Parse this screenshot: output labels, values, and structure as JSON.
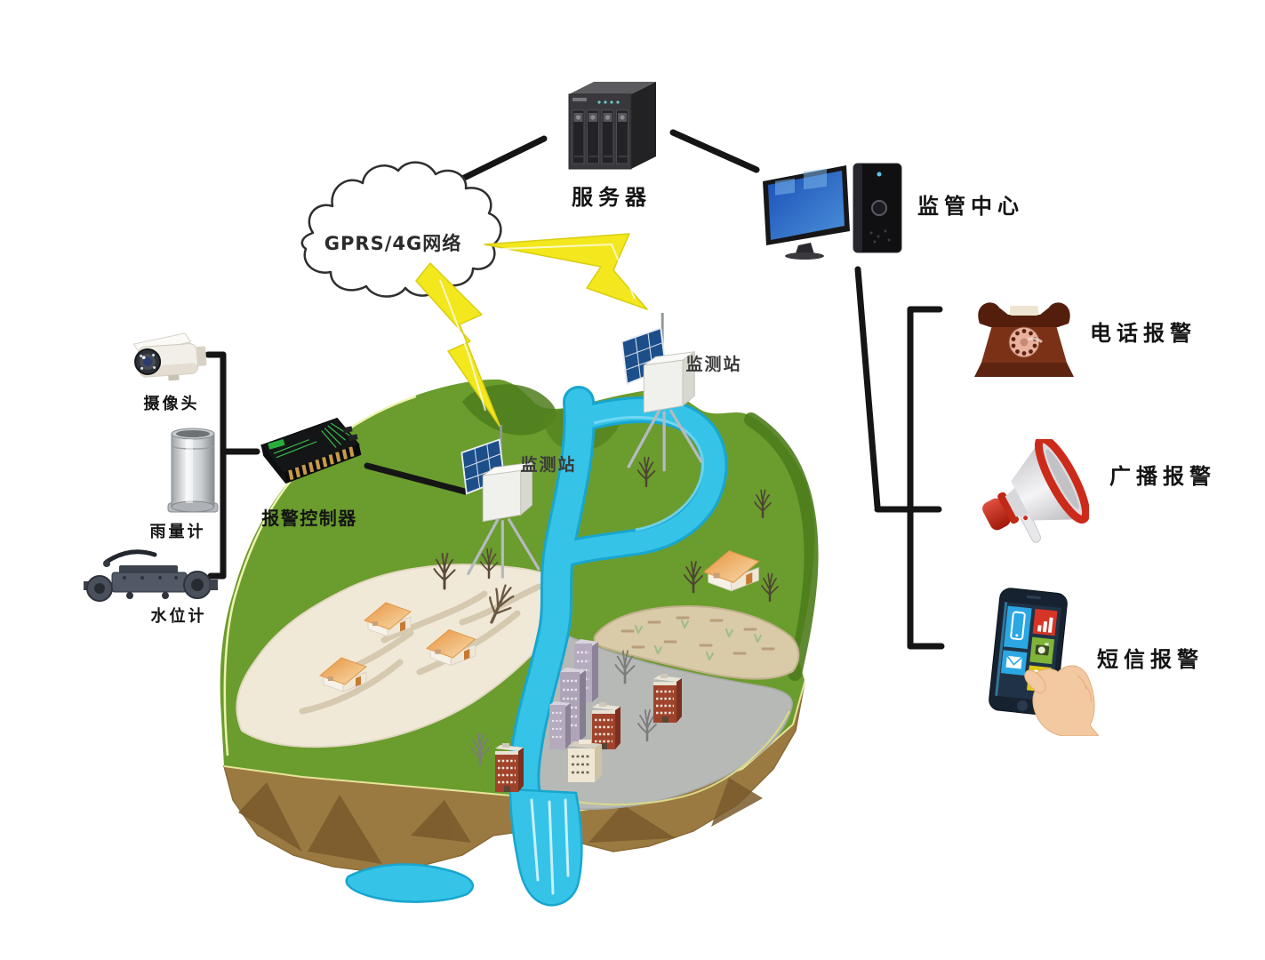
{
  "diagram": {
    "type": "monitoring-system-architecture",
    "labels": {
      "server": "服务器",
      "network": "GPRS/4G网络",
      "supervision_center": "监管中心",
      "phone_alarm": "电话报警",
      "broadcast_alarm": "广播报警",
      "sms_alarm": "短信报警",
      "camera": "摄像头",
      "rain_gauge": "雨量计",
      "water_level_gauge": "水位计",
      "alarm_controller": "报警控制器",
      "station_right": "监测站",
      "station_left": "监测站"
    },
    "colors": {
      "lightning": "#f3e71d",
      "river": "#35c3e8",
      "grass": "#6b9c2e",
      "grass_dark": "#4e7d1c",
      "cliff": "#9b7a42",
      "sand": "#f1e9d8",
      "city": "#b6b9b6",
      "farmland": "#d9caa8",
      "connector": "#151515",
      "megaphone_red": "#cc2a1a",
      "telephone_brown": "#7a3116",
      "solar_blue": "#1c4e8a"
    }
  }
}
